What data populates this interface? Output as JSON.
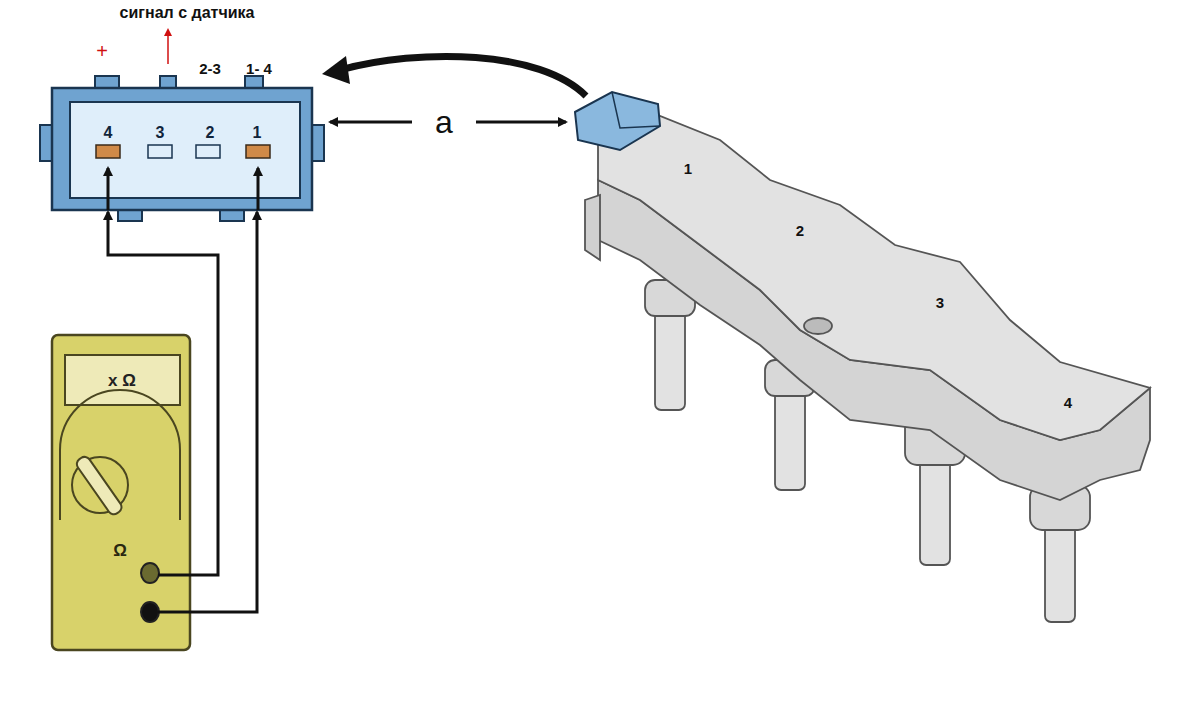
{
  "diagram": {
    "nodes": [
      {
        "text": [
          "4",
          "3",
          "2",
          "1"
        ]
      },
      {
        "text": [
          "Ω"
        ]
      },
      {
        "text": [
          "x Ω"
        ],
        "in": 1
      }
    ],
    "edges": [
      {
        "from": 1,
        "to": 0,
        "arrow": "to"
      },
      {
        "from": 1,
        "to": 0,
        "arrow": "to"
      }
    ],
    "labels": [
      "сигнал с датчика",
      "+",
      "2-3",
      "1- 4",
      "a",
      "1",
      "2",
      "3",
      "4"
    ]
  }
}
